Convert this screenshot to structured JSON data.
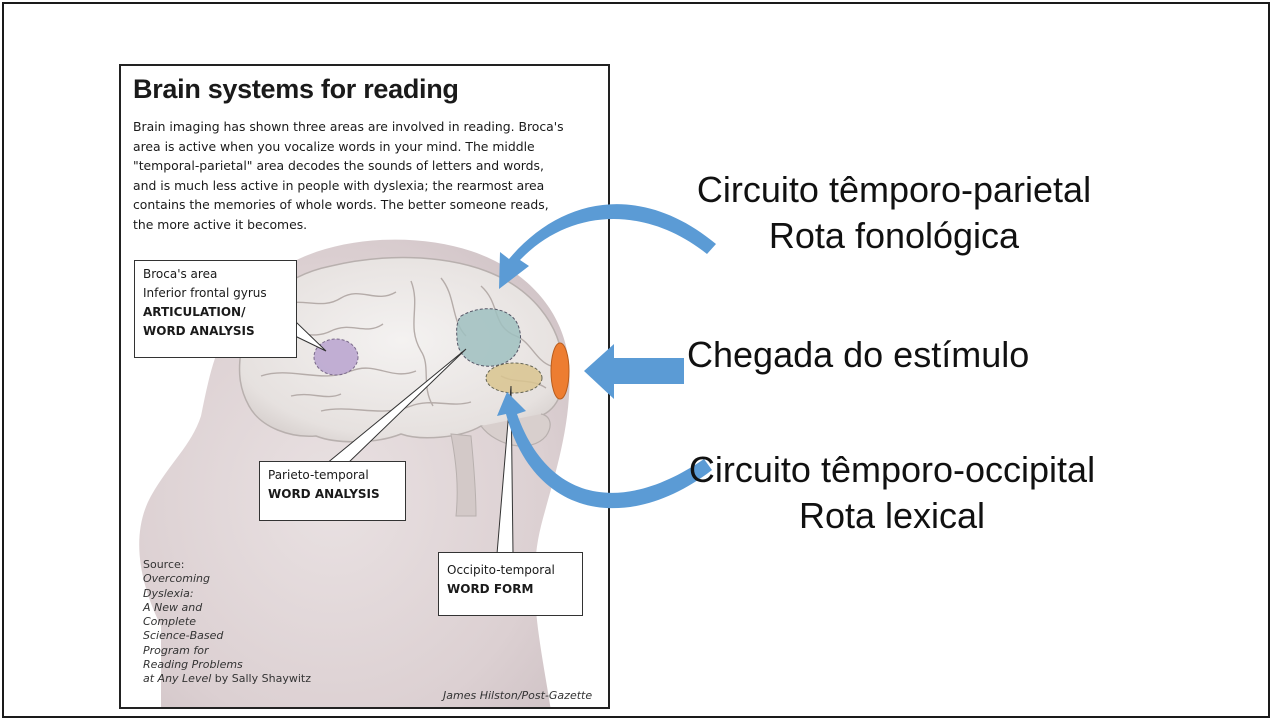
{
  "figure": {
    "title": "Brain systems for reading",
    "intro_lines": [
      "Brain imaging has shown three areas are involved in reading. Broca's",
      "area is active when you vocalize words in your mind. The middle",
      "\"temporal-parietal\" area decodes the sounds of letters and words,",
      "and is much less active in people with dyslexia; the rearmost area",
      "contains the memories of whole words. The better someone reads,",
      "the more active it becomes."
    ],
    "callouts": {
      "broca": {
        "line1": "Broca's area",
        "line2": "Inferior frontal gyrus",
        "bold1": "ARTICULATION/",
        "bold2": "WORD ANALYSIS"
      },
      "parieto": {
        "line1": "Parieto-temporal",
        "bold1": "WORD ANALYSIS"
      },
      "occipito": {
        "line1": "Occipito-temporal",
        "bold1": "WORD FORM"
      }
    },
    "source": {
      "label": "Source:",
      "book_lines": [
        "Overcoming",
        "Dyslexia:",
        "A New and",
        "Complete",
        "Science-Based",
        "Program for",
        "Reading Problems"
      ],
      "last_italic": "at Any Level",
      "author": " by Sally Shaywitz"
    },
    "credit": "James Hilston/Post-Gazette"
  },
  "annotations": {
    "parietal": {
      "line1": "Circuito têmporo-parietal",
      "line2": "Rota fonológica"
    },
    "stimulus": {
      "line1": "Chegada do estímulo"
    },
    "occipital": {
      "line1": "Circuito têmporo-occipital",
      "line2": "Rota lexical"
    }
  },
  "colors": {
    "arrow": "#5b9bd5",
    "stimulus_marker": "#ed7d31",
    "broca_region": "#b9a3cf",
    "parietal_region": "#9fbfbf",
    "occipital_region": "#d9c48f"
  }
}
